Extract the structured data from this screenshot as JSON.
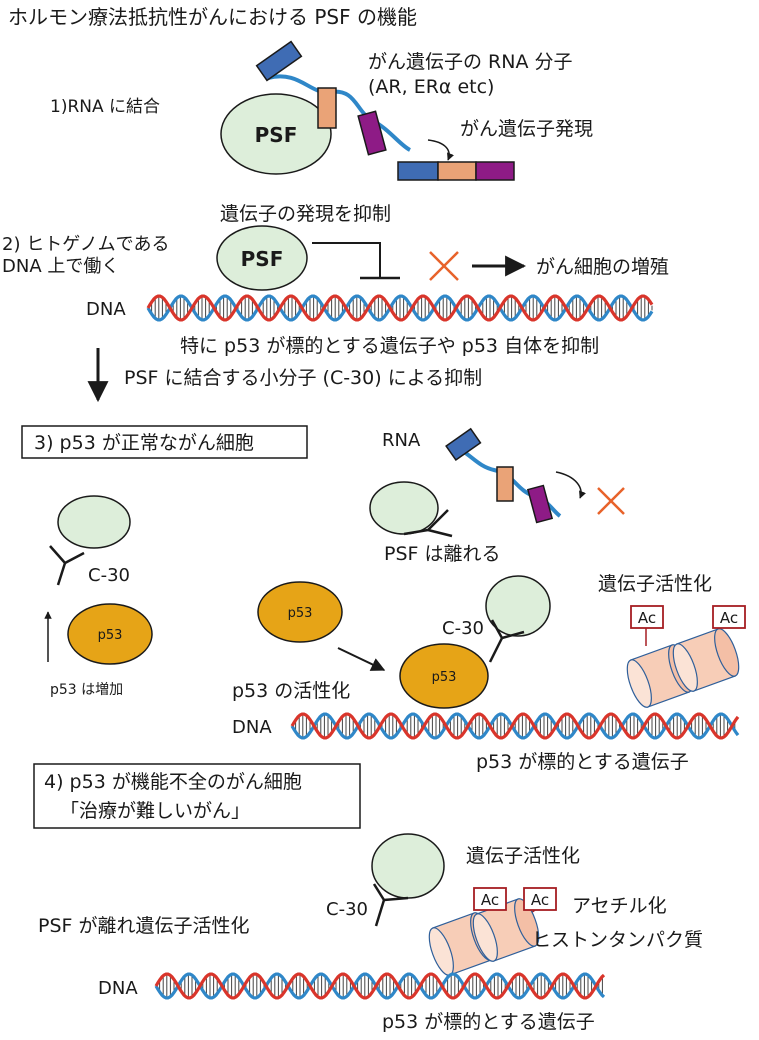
{
  "title": "ホルモン療法抵抗性がんにおける PSF の機能",
  "colors": {
    "dna_red": "#d9352b",
    "dna_blue": "#2f87c8",
    "protein_green": "#ddeeda",
    "p53_orange": "#e6a417",
    "rna_blue": "#3f6cb4",
    "rna_orange": "#eaa377",
    "rna_purple": "#8e1b86",
    "cross_orange": "#e8622a",
    "histone": "#f7cdb7",
    "acetyl_box": "#a51d22"
  },
  "s1": {
    "label": "1)RNA に結合",
    "psf": "PSF",
    "rna_label_1": "がん遺伝子の RNA 分子",
    "rna_label_2": "(AR, ERα etc)",
    "expression": "がん遺伝子発現"
  },
  "s2": {
    "label_1": "2) ヒトゲノムである",
    "label_2": "DNA 上で働く",
    "inhibit": "遺伝子の発現を抑制",
    "psf": "PSF",
    "proliferation": "がん細胞の増殖",
    "dna": "DNA",
    "p53_note": "特に p53 が標的とする遺伝子や p53 自体を抑制",
    "c30_note": "PSF に結合する小分子 (C-30) による抑制"
  },
  "s3": {
    "box": "3) p53 が正常ながん細胞",
    "c30": "C-30",
    "p53": "p53",
    "p53_up": "p53 は増加",
    "rna": "RNA",
    "psf_release": "PSF は離れる",
    "gene_act": "遺伝子活性化",
    "ac": "Ac",
    "p53_act": "p53 の活性化",
    "dna": "DNA",
    "target": "p53 が標的とする遺伝子"
  },
  "s4": {
    "box_1": "4) p53 が機能不全のがん細胞",
    "box_2": "「治療が難しいがん」",
    "gene_act": "遺伝子活性化",
    "c30": "C-30",
    "ac": "Ac",
    "acetyl_1": "アセチル化",
    "acetyl_2": "ヒストンタンパク質",
    "psf_release": "PSF が離れ遺伝子活性化",
    "dna": "DNA",
    "target": "p53 が標的とする遺伝子"
  }
}
